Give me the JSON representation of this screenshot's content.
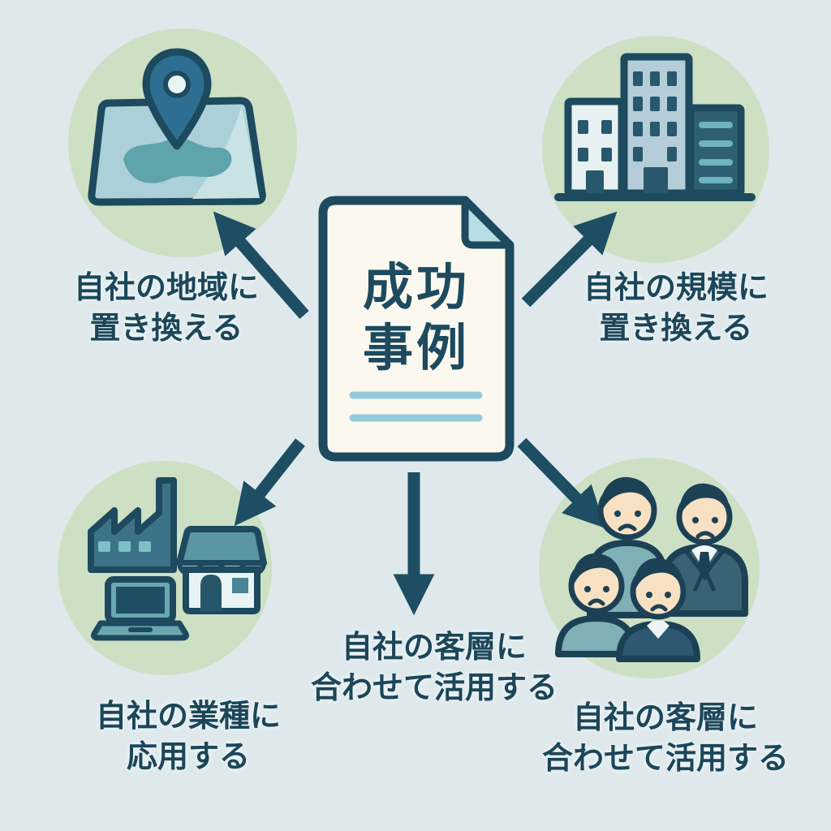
{
  "center_document": {
    "icon": "document-icon",
    "title_line1": "成功",
    "title_line2": "事例"
  },
  "nodes": {
    "top_left": {
      "icon": "map-pin-icon",
      "line1": "自社の地域に",
      "line2": "置き換える"
    },
    "top_right": {
      "icon": "buildings-icon",
      "line1": "自社の規模に",
      "line2": "置き換える"
    },
    "bottom_left": {
      "icon": "factory-store-laptop-icon",
      "line1": "自社の業種に",
      "line2": "応用する"
    },
    "bottom_center": {
      "line1": "自社の客層に",
      "line2": "合わせて活用する"
    },
    "bottom_right": {
      "icon": "people-group-icon",
      "line1": "自社の客層に",
      "line2": "合わせて活用する"
    }
  },
  "colors": {
    "background": "#dfe9ec",
    "circle_green": "#cde0c4",
    "ink_dark_teal": "#1d4e63",
    "document_fill": "#fbf9ef",
    "document_fold": "#b6dce4",
    "document_rule": "#93c9d9",
    "map_fill": "#abd0d8",
    "map_blob": "#5fa3ab",
    "pin_fill": "#2e6e90",
    "skin": "#f8e0c2",
    "teal_shirt": "#7fb0b6",
    "suit": "#3a6275"
  }
}
